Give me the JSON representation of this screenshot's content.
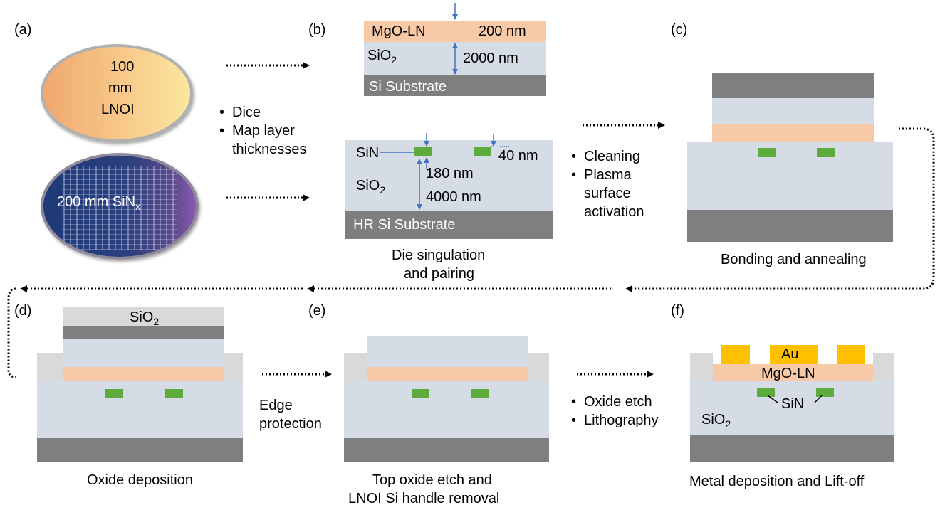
{
  "panels": {
    "a": "(a)",
    "b": "(b)",
    "c": "(c)",
    "d": "(d)",
    "e": "(e)",
    "f": "(f)"
  },
  "wafers": {
    "lnoi_line1": "100",
    "lnoi_line2": "mm",
    "lnoi_line3": "LNOI",
    "sin_text": "200 mm SiN",
    "sin_sub": "x"
  },
  "steps_dice": [
    "Dice",
    "Map layer",
    "thicknesses"
  ],
  "steps_clean": [
    "Cleaning",
    "Plasma",
    "surface",
    "activation"
  ],
  "steps_oxide_litho": [
    "Oxide etch",
    "Lithography"
  ],
  "edge_protection": [
    "Edge",
    "protection"
  ],
  "panel_b_top": {
    "mgoln": "MgO-LN",
    "mgoln_thick": "200 nm",
    "sio2": "SiO",
    "sio2_sub": "2",
    "sio2_thick": "2000 nm",
    "substrate": "Si Substrate"
  },
  "panel_b_bottom": {
    "sin": "SiN",
    "sin_width": "40 nm",
    "sin_thick": "180 nm",
    "sio2": "SiO",
    "sio2_sub": "2",
    "sio2_thick": "4000 nm",
    "substrate": "HR Si Substrate"
  },
  "captions": {
    "b": [
      "Die singulation",
      "and pairing"
    ],
    "c": "Bonding and annealing",
    "d": "Oxide deposition",
    "e": [
      "Top oxide etch and",
      "LNOI Si handle removal"
    ],
    "f": "Metal deposition and Lift-off"
  },
  "panel_d": {
    "sio2": "SiO",
    "sio2_sub": "2"
  },
  "panel_f": {
    "au": "Au",
    "mgoln": "MgO-LN",
    "sin": "SiN",
    "sio2": "SiO",
    "sio2_sub": "2"
  },
  "colors": {
    "lnoi": "#f8c9a7",
    "oxide": "#d6dce6",
    "silicon": "#7f7f7f",
    "sin": "#5cab3c",
    "gold": "#ffc000",
    "arrow_blue": "#4472c4"
  }
}
